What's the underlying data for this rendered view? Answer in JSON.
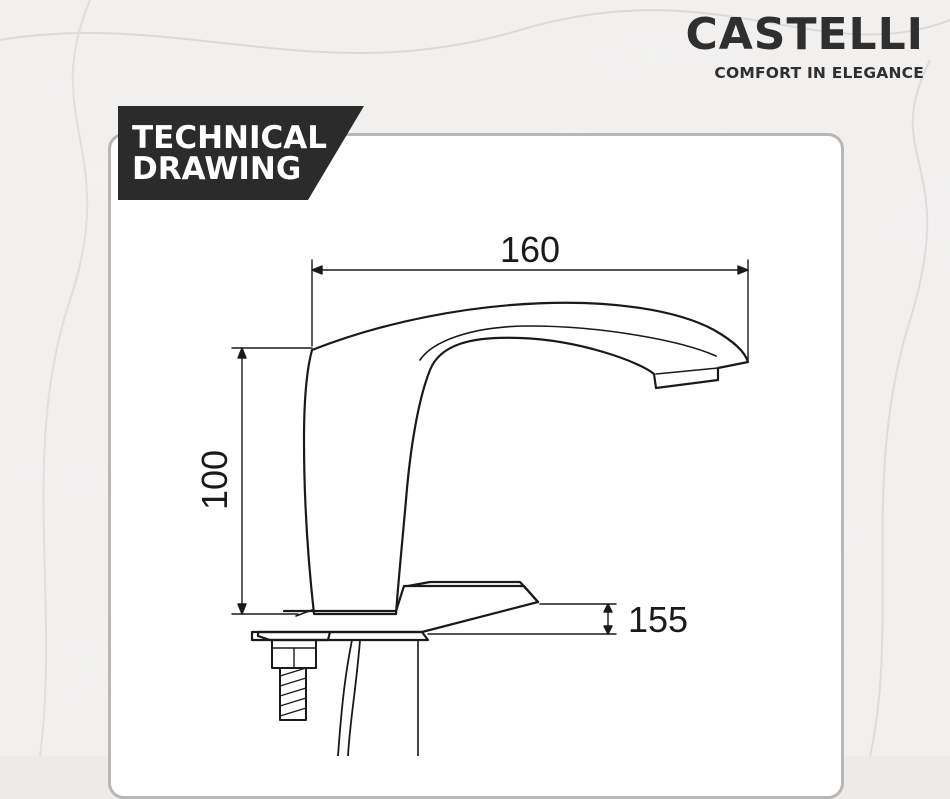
{
  "brand": {
    "name": "CASTELLI",
    "tagline": "COMFORT IN ELEGANCE"
  },
  "badge": {
    "line1": "TECHNICAL",
    "line2": "DRAWING"
  },
  "dimensions": {
    "spout_reach": "160",
    "body_height": "100",
    "deck_offset": "155"
  },
  "colors": {
    "badge": "#2b2b2b",
    "outline": "#1a1a1a",
    "panel_border": "#b9b6b3",
    "background": "#ecebea"
  }
}
